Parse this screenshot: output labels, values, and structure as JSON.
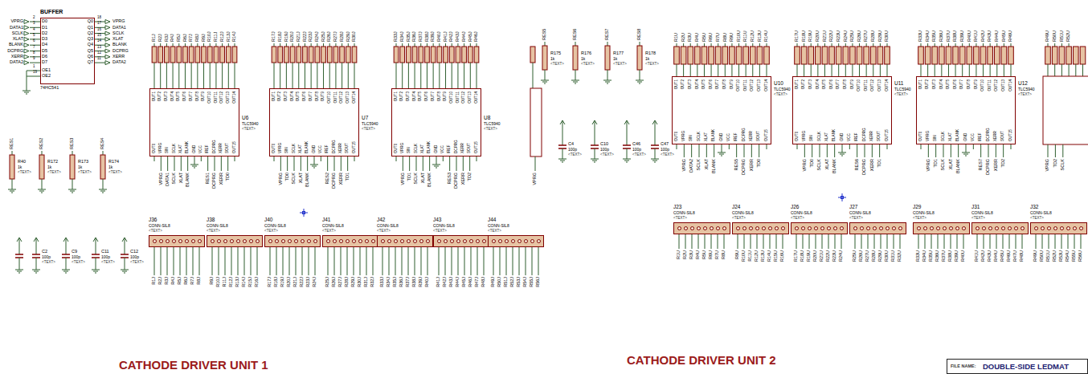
{
  "diagram": {
    "nodes": [
      {
        "text": [
          "BUFFER",
          "74HC541",
          "D0",
          "D1",
          "D2",
          "D3",
          "D4",
          "D5",
          "D6",
          "D7",
          "Q0",
          "Q1",
          "Q2",
          "Q3",
          "Q4",
          "Q5",
          "Q6",
          "Q7",
          "OE1",
          "OE2",
          "2",
          "3",
          "4",
          "5",
          "6",
          "7",
          "8",
          "9",
          "18",
          "17",
          "16",
          "15",
          "14",
          "13",
          "12",
          "11",
          "1",
          "19"
        ]
      },
      {
        "text": [
          "U6",
          "TLC5940",
          "<TEXT>",
          "OUT1",
          "OUT2",
          "OUT3",
          "OUT4",
          "OUT5",
          "OUT6",
          "OUT7",
          "OUT8",
          "OUT9",
          "OUT10",
          "OUT11",
          "OUT12",
          "OUT13",
          "OUT14",
          "OUT0",
          "VPRG",
          "SIN",
          "SCLK",
          "XLAT",
          "BLANK",
          "GND",
          "VCC",
          "IREF",
          "DCPRG",
          "XERR",
          "SOUT",
          "OUT15"
        ]
      },
      {
        "text": [
          "U7",
          "TLC5940",
          "<TEXT>",
          "OUT1",
          "OUT2",
          "OUT3",
          "OUT4",
          "OUT5",
          "OUT6",
          "OUT7",
          "OUT8",
          "OUT9",
          "OUT10",
          "OUT11",
          "OUT12",
          "OUT13",
          "OUT14",
          "OUT0",
          "VPRG",
          "SIN",
          "SCLK",
          "XLAT",
          "BLANK",
          "GND",
          "VCC",
          "IREF",
          "DCPRG",
          "XERR",
          "SOUT",
          "OUT15"
        ]
      },
      {
        "text": [
          "U8",
          "TLC5940",
          "<TEXT>",
          "OUT1",
          "OUT2",
          "OUT3",
          "OUT4",
          "OUT5",
          "OUT6",
          "OUT7",
          "OUT8",
          "OUT9",
          "OUT10",
          "OUT11",
          "OUT12",
          "OUT13",
          "OUT14",
          "OUT0",
          "VPRG",
          "SIN",
          "SCLK",
          "XLAT",
          "BLANK",
          "GND",
          "VCC",
          "IREF",
          "DCPRG",
          "XERR",
          "SOUT",
          "OUT15"
        ]
      },
      {
        "text": [
          "J36",
          "CONN-SIL8",
          "<TEXT>",
          "R1J",
          "R2J",
          "R3J",
          "R4J",
          "R5J",
          "R6J",
          "R7J",
          "R8J"
        ]
      },
      {
        "text": [
          "J38",
          "CONN-SIL8",
          "<TEXT>",
          "R9J",
          "R10J",
          "R11J",
          "R12J",
          "R13J",
          "R14J",
          "R15J",
          "R16J"
        ]
      },
      {
        "text": [
          "J40",
          "CONN-SIL8",
          "<TEXT>",
          "R17J",
          "R18J",
          "R19J",
          "R20J",
          "R21J",
          "R22J",
          "R23J",
          "R24J"
        ]
      },
      {
        "text": [
          "J41",
          "CONN-SIL8",
          "<TEXT>",
          "R25J",
          "R26J",
          "R27J",
          "R28J",
          "R29J",
          "R30J",
          "R31J",
          "R32J"
        ]
      },
      {
        "text": [
          "J42",
          "CONN-SIL8",
          "<TEXT>",
          "R33J",
          "R34J",
          "R35J",
          "R36J",
          "R37J",
          "R38J",
          "R39J",
          "R40J"
        ]
      },
      {
        "text": [
          "J43",
          "CONN-SIL8",
          "<TEXT>",
          "R41J",
          "R42J",
          "R43J",
          "R44J",
          "R45J",
          "R46J",
          "R47J",
          "R48J"
        ]
      },
      {
        "text": [
          "J44",
          "CONN-SIL8",
          "<TEXT>",
          "R49J",
          "R50J",
          "R51J",
          "R52J",
          "R53J",
          "R54J",
          "R55J",
          "R56J"
        ]
      },
      {
        "text": [
          "U10",
          "TLC5940",
          "<TEXT>",
          "OUT1",
          "OUT2",
          "OUT3",
          "OUT4",
          "OUT5",
          "OUT6",
          "OUT7",
          "OUT8",
          "OUT9",
          "OUT10",
          "OUT11",
          "OUT12",
          "OUT13",
          "OUT14",
          "OUT0",
          "VPRG",
          "SIN",
          "SCLK",
          "XLAT",
          "BLANK",
          "GND",
          "VCC",
          "IREF",
          "DCPRG",
          "XERR",
          "SOUT",
          "OUT15"
        ]
      },
      {
        "text": [
          "U11",
          "TLC5940",
          "<TEXT>",
          "OUT1",
          "OUT2",
          "OUT3",
          "OUT4",
          "OUT5",
          "OUT6",
          "OUT7",
          "OUT8",
          "OUT9",
          "OUT10",
          "OUT11",
          "OUT12",
          "OUT13",
          "OUT14",
          "OUT0",
          "VPRG",
          "SIN",
          "SCLK",
          "XLAT",
          "BLANK",
          "GND",
          "VCC",
          "IREF",
          "DCPRG",
          "XERR",
          "SOUT",
          "OUT15"
        ]
      },
      {
        "text": [
          "U12",
          "TLC5940",
          "<TEXT>",
          "OUT1",
          "OUT2",
          "OUT3",
          "OUT4",
          "OUT5",
          "OUT6",
          "OUT7",
          "OUT8",
          "OUT9",
          "OUT10",
          "OUT11",
          "OUT12",
          "OUT13",
          "OUT14",
          "OUT0",
          "VPRG",
          "SIN",
          "SCLK",
          "XLAT",
          "BLANK",
          "GND",
          "VCC",
          "IREF",
          "DCPRG",
          "XERR",
          "SOUT",
          "OUT15"
        ]
      },
      {
        "text": [
          "J23",
          "CONN-SIL8",
          "<TEXT>",
          "R1U",
          "R2U",
          "R3U",
          "R4U",
          "R5U",
          "R6U",
          "R7U",
          "R8U"
        ]
      },
      {
        "text": [
          "J24",
          "CONN-SIL8",
          "<TEXT>",
          "R9U",
          "R10U",
          "R11U",
          "R12U",
          "R13U",
          "R14U",
          "R15U",
          "R16U"
        ]
      },
      {
        "text": [
          "J26",
          "CONN-SIL8",
          "<TEXT>",
          "R17U",
          "R18U",
          "R19U",
          "R20U",
          "R21U",
          "R22U",
          "R23U",
          "R24U"
        ]
      },
      {
        "text": [
          "J27",
          "CONN-SIL8",
          "<TEXT>",
          "R25U",
          "R26U",
          "R27U",
          "R28U",
          "R29U",
          "R30U",
          "R31U",
          "R32U"
        ]
      },
      {
        "text": [
          "J29",
          "CONN-SIL8",
          "<TEXT>",
          "R33U",
          "R34U",
          "R35U",
          "R36U",
          "R37U",
          "R38U",
          "R39U",
          "R40U"
        ]
      },
      {
        "text": [
          "J31",
          "CONN-SIL8",
          "<TEXT>",
          "R41U",
          "R42U",
          "R43U",
          "R44U",
          "R45U",
          "R46U",
          "R47U",
          "R48U"
        ]
      },
      {
        "text": [
          "J32",
          "CONN-SIL8",
          "<TEXT>",
          "R49U",
          "R50U",
          "R51U",
          "R52U",
          "R53U",
          "R54U",
          "R55U",
          "R56U"
        ]
      },
      {
        "text": [
          "FILE NAME:",
          "DOUBLE-SIDE LEDMAT"
        ]
      }
    ],
    "labels": [
      "VPRG",
      "DATA1",
      "SCLK",
      "XLAT",
      "BLANK",
      "DCPRG",
      "XERR",
      "DATA2",
      "VPRG",
      "DATA1",
      "SCLK",
      "XLAT",
      "BLANK",
      "DCPRG",
      "XERR",
      "DATA2",
      "R1J",
      "R2J",
      "R3J",
      "R4J",
      "R5J",
      "R6J",
      "R7J",
      "R8J",
      "R9J",
      "R10J",
      "R11J",
      "R12J",
      "R13J",
      "R14J",
      "R17J",
      "R18J",
      "R19J",
      "R20J",
      "R21J",
      "R22J",
      "R23J",
      "R24J",
      "R25J",
      "R26J",
      "R27J",
      "R28J",
      "R29J",
      "R30J",
      "R33J",
      "R34J",
      "R35J",
      "R36J",
      "R37J",
      "R38J",
      "R39J",
      "R40J",
      "R41J",
      "R42J",
      "R43J",
      "R44J",
      "R45J",
      "R46J",
      "R1U",
      "R2U",
      "R3U",
      "R4U",
      "R5U",
      "R6U",
      "R7U",
      "R8U",
      "R9U",
      "R10U",
      "R11U",
      "R12U",
      "R13U",
      "R14U",
      "R17U",
      "R18U",
      "R19U",
      "R20U",
      "R21U",
      "R22U",
      "R23U",
      "R24U",
      "R25U",
      "R26U",
      "R27U",
      "R28U",
      "R29U",
      "R30U",
      "R33U",
      "R34U",
      "R35U",
      "R36U",
      "R37U",
      "R38U",
      "R39U",
      "R40U",
      "R41U",
      "R42U",
      "R43U",
      "R44U",
      "R45U",
      "R46U",
      "R49U",
      "R50U",
      "R51U",
      "R52U",
      "VPRG",
      "DATA1",
      "SCLK",
      "XLAT",
      "BLANK",
      "RES1",
      "DCPRG",
      "XERR",
      "TD0",
      "VPRG",
      "TD0",
      "SCLK",
      "XLAT",
      "BLANK",
      "RES2",
      "DCPRG",
      "XERR",
      "TD1",
      "VPRG",
      "TD1",
      "SCLK",
      "XLAT",
      "BLANK",
      "RES3",
      "DCPRG",
      "XERR",
      "TD2",
      "VPRG",
      "VPRG",
      "DATA2",
      "SCLK",
      "XLAT",
      "BLANK",
      "RES5",
      "DCPRG",
      "XERR",
      "TD0",
      "VPRG",
      "TD0",
      "SCLK",
      "XLAT",
      "BLANK",
      "RES6",
      "DCPRG",
      "XERR",
      "TD1",
      "VPRG",
      "TD1",
      "SCLK",
      "XLAT",
      "BLANK",
      "RES7",
      "DCPRG",
      "XERR",
      "TD2",
      "VPRG",
      "TD2",
      "SCLK",
      "RES1",
      "RES2",
      "RES3",
      "RES4",
      "R40",
      "1k",
      "<TEXT>",
      "R172",
      "1k",
      "<TEXT>",
      "R173",
      "1k",
      "<TEXT>",
      "R174",
      "1k",
      "<TEXT>",
      "RES5",
      "RES6",
      "RES7",
      "RES8",
      "R175",
      "1k",
      "<TEXT>",
      "R176",
      "1k",
      "<TEXT>",
      "R177",
      "1k",
      "<TEXT>",
      "R178",
      "1k",
      "<TEXT>",
      "C2",
      "100p",
      "<TEXT>",
      "C9",
      "100p",
      "<TEXT>",
      "C11",
      "100p",
      "<TEXT>",
      "C12",
      "100p",
      "<TEXT>",
      "C4",
      "100p",
      "<TEXT>",
      "C10",
      "100p",
      "<TEXT>",
      "C46",
      "100p",
      "<TEXT>",
      "C47",
      "100p",
      "<TEXT>",
      "CATHODE DRIVER UNIT 1",
      "CATHODE DRIVER UNIT 2"
    ]
  }
}
